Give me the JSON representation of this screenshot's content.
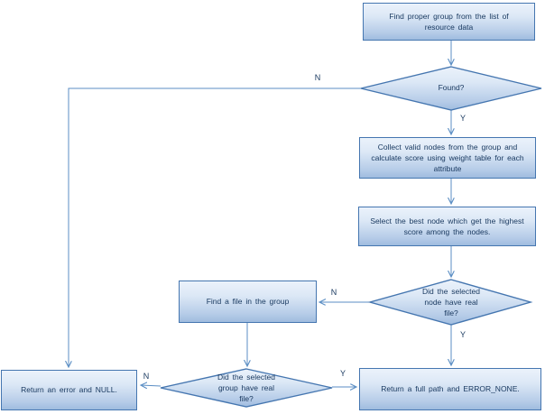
{
  "diagram": {
    "background": "#ffffff",
    "colors": {
      "shape_border": "#4576b0",
      "shape_fill_top": "#ebf2fb",
      "shape_fill_bottom": "#9fbcdf",
      "connector": "#5b8ec4",
      "label_text": "#17375e"
    },
    "nodes": {
      "find_group": {
        "type": "process",
        "label": "Find proper group from the list of\nresource data"
      },
      "found": {
        "type": "decision",
        "label": "Found?"
      },
      "collect": {
        "type": "process",
        "label": "Collect valid nodes from the group and\ncalculate score using weight table for each\nattribute"
      },
      "select_best": {
        "type": "process",
        "label": "Select the best node which get the highest\nscore among the nodes."
      },
      "node_has_file": {
        "type": "decision",
        "label": "Did the selected\nnode have real\nfile?"
      },
      "find_file": {
        "type": "process",
        "label": "Find a file in the group"
      },
      "group_has_file": {
        "type": "decision",
        "label": "Did the selected\ngroup have real\nfile?"
      },
      "return_error": {
        "type": "process",
        "label": "Return an error and NULL."
      },
      "return_path": {
        "type": "process",
        "label": "Return a full path and ERROR_NONE."
      }
    },
    "edge_labels": {
      "found_no": "N",
      "found_yes": "Y",
      "node_no": "N",
      "node_yes": "Y",
      "group_no": "N",
      "group_yes": "Y"
    }
  }
}
